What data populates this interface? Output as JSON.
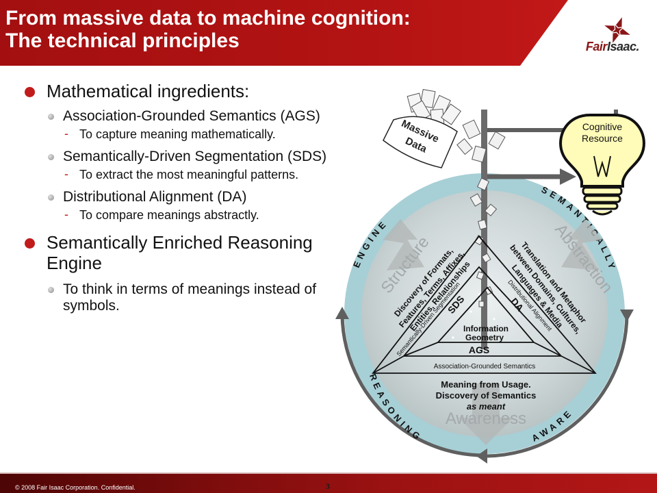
{
  "header": {
    "title_line1": "From massive data to machine cognition:",
    "title_line2": "The technical principles",
    "logo_text_a": "Fair",
    "logo_text_b": "Isaac",
    "logo_dot": "."
  },
  "bullets": {
    "b1": "Mathematical ingredients:",
    "b1_1": "Association-Grounded Semantics (AGS)",
    "b1_1_1": "To capture meaning mathematically.",
    "b1_2": "Semantically-Driven Segmentation (SDS)",
    "b1_2_1": "To extract the most meaningful patterns.",
    "b1_3": "Distributional Alignment (DA)",
    "b1_3_1": "To compare meanings abstractly.",
    "b2": "Semantically Enriched Reasoning Engine",
    "b2_1": "To think in terms of meanings instead of symbols."
  },
  "diagram": {
    "massive_data": [
      "Massive",
      "Data"
    ],
    "cognitive_resource": [
      "Cognitive",
      "Resource"
    ],
    "ring_engine": "ENGINE",
    "ring_semantically": "SEMANTICALLY",
    "ring_reasoning": "REASONING",
    "ring_aware": "AWARE",
    "structure": "Structure",
    "abstraction": "Abstraction",
    "awareness": "Awareness",
    "left_text": [
      "Discovery of Formats,",
      "Features, Terms, Affixes,",
      "Entities, Relationships"
    ],
    "right_text": [
      "Translation and Metaphor",
      "between Domains, Cultures,",
      "Languages & Media"
    ],
    "sds_label": "SDS",
    "da_label": "DA",
    "ags_label": "AGS",
    "info_geometry": [
      "Information",
      "Geometry"
    ],
    "sds_side": "Semantically-Driven Segmentation",
    "da_side": "Distributional Alignment",
    "ags_base": "Association-Grounded Semantics",
    "bottom_text": [
      "Meaning from Usage.",
      "Discovery of Semantics",
      "as meant"
    ]
  },
  "footer": {
    "copyright": "© 2008 Fair Isaac Corporation. Confidential.",
    "page_number": "3"
  },
  "colors": {
    "header_red": "#b31313",
    "bullet_red": "#c11b1b",
    "ring_teal": "#a7cfd6",
    "disc_gray": "#cfd7d8",
    "arrow_gray": "#5f5f5f",
    "bulb_yellow": "#fffbb8"
  }
}
